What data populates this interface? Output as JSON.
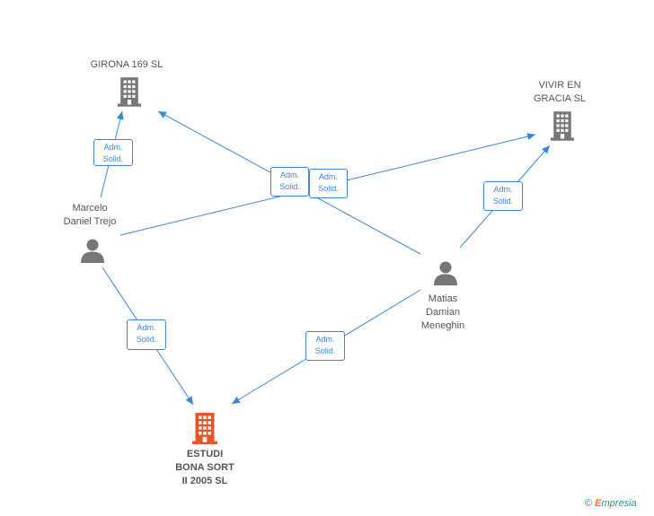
{
  "nodes": {
    "girona": {
      "label": "GIRONA 169  SL",
      "type": "company"
    },
    "vivir": {
      "label": "VIVIR EN\nGRACIA SL",
      "type": "company"
    },
    "estudi": {
      "label": "ESTUDI\nBONA SORT\nII 2005 SL",
      "type": "company-main"
    },
    "marcelo": {
      "label": "Marcelo\nDaniel Trejo",
      "type": "person"
    },
    "matias": {
      "label": "Matias\nDamian\nMeneghin",
      "type": "person"
    }
  },
  "relation": {
    "line1": "Adm.",
    "line2": "Solid."
  },
  "edges": [
    {
      "from": "marcelo",
      "to": "girona"
    },
    {
      "from": "marcelo",
      "to": "vivir"
    },
    {
      "from": "marcelo",
      "to": "estudi"
    },
    {
      "from": "matias",
      "to": "girona"
    },
    {
      "from": "matias",
      "to": "vivir"
    },
    {
      "from": "matias",
      "to": "estudi"
    }
  ],
  "colors": {
    "edge": "#3b86d6",
    "company": "#777777",
    "company_main": "#e8542a",
    "person": "#777777"
  },
  "watermark": {
    "symbol": "©",
    "brand_e": "E",
    "brand_rest": "mpresia"
  }
}
